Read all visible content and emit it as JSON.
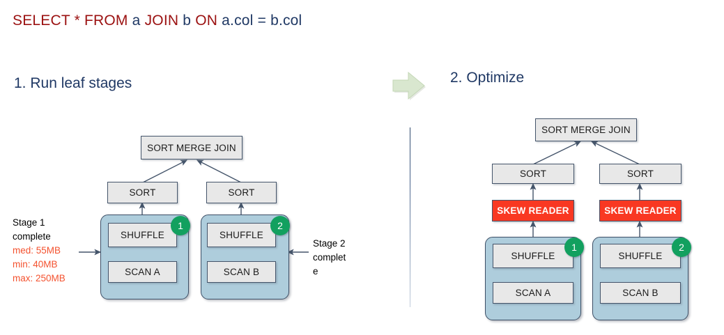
{
  "header": {
    "sql_tokens": [
      {
        "text": "SELECT",
        "kind": "kw"
      },
      {
        "text": "*",
        "kind": "kw"
      },
      {
        "text": "FROM",
        "kind": "kw"
      },
      {
        "text": "a",
        "kind": "id"
      },
      {
        "text": "JOIN",
        "kind": "kw"
      },
      {
        "text": "b",
        "kind": "id"
      },
      {
        "text": "ON",
        "kind": "kw"
      },
      {
        "text": "a.col = b.col",
        "kind": "id"
      }
    ],
    "sql_full": "SELECT * FROM a JOIN b ON a.col = b.col",
    "keyword_color": "#9b1111",
    "identifier_color": "#1f3864"
  },
  "sections": {
    "left": {
      "title": "1. Run leaf stages"
    },
    "right": {
      "title": "2. Optimize"
    }
  },
  "transition_arrow": {
    "icon": "right-arrow-icon",
    "fill": "#d9e7cf",
    "stroke": "#b7cfa6"
  },
  "left_diagram": {
    "nodes": {
      "join": "SORT MERGE JOIN",
      "sort_a": "SORT",
      "sort_b": "SORT",
      "shuffle_a": "SHUFFLE",
      "shuffle_b": "SHUFFLE",
      "scan_a": "SCAN A",
      "scan_b": "SCAN B"
    },
    "badges": {
      "stage_a": "1",
      "stage_b": "2"
    },
    "badge_color": "#12a05f",
    "panel_color": "#aecddc",
    "node_color": "#e8e8e8"
  },
  "right_diagram": {
    "nodes": {
      "join": "SORT MERGE JOIN",
      "sort_a": "SORT",
      "sort_b": "SORT",
      "skew_a": "SKEW READER",
      "skew_b": "SKEW READER",
      "shuffle_a": "SHUFFLE",
      "shuffle_b": "SHUFFLE",
      "scan_a": "SCAN A",
      "scan_b": "SCAN B"
    },
    "badges": {
      "stage_a": "1",
      "stage_b": "2"
    },
    "skew_color": "#f93822",
    "badge_color": "#12a05f",
    "panel_color": "#aecddc"
  },
  "annotations": {
    "left": {
      "line1": "Stage 1",
      "line2": "complete",
      "stat_med": "med: 55MB",
      "stat_min": "min: 40MB",
      "stat_max": "max: 250MB",
      "stat_color": "#f4522f"
    },
    "right": {
      "line1": "Stage 2",
      "line2": "complet",
      "line3": "e"
    }
  }
}
